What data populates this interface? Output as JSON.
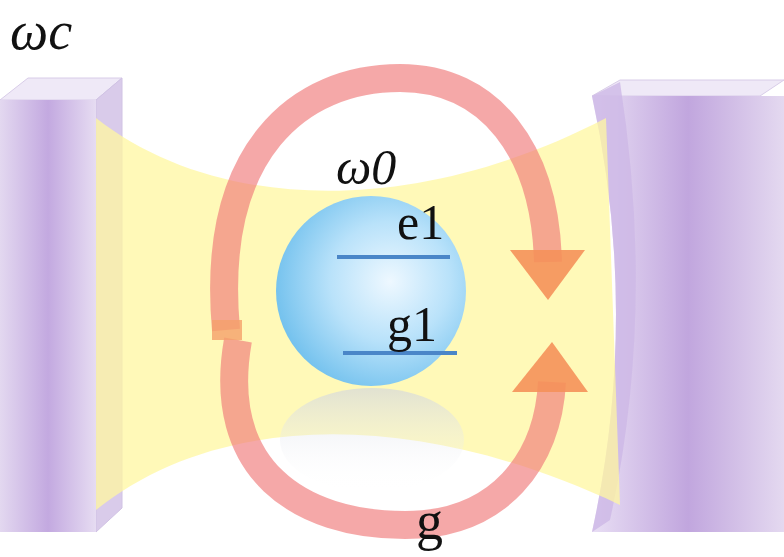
{
  "diagram": {
    "nodes": [
      {
        "text": [
          "e1",
          "g1"
        ]
      }
    ],
    "labels": [
      "ωc",
      "ω0",
      "g"
    ]
  }
}
